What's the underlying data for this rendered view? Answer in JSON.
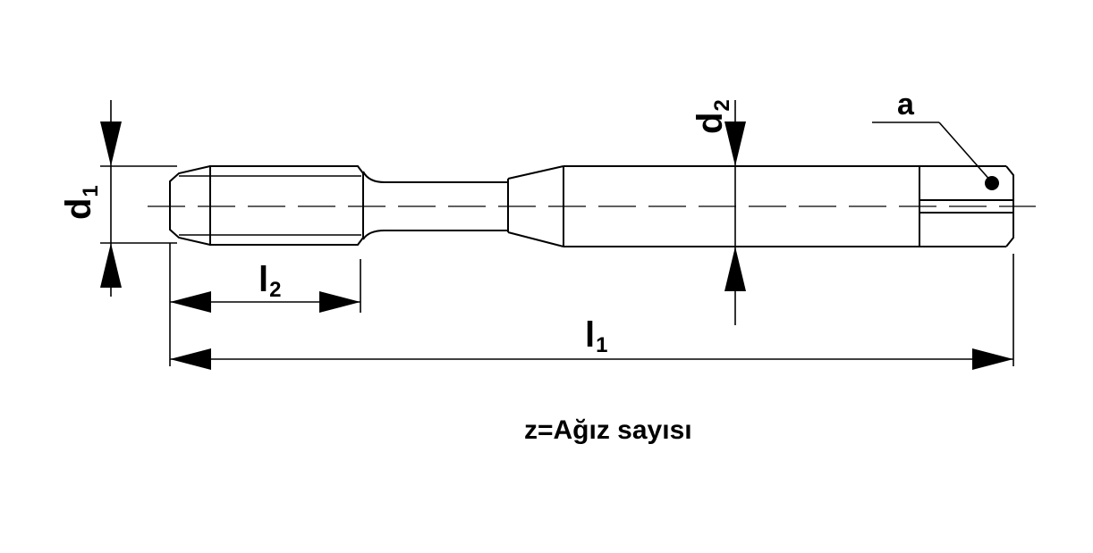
{
  "labels": {
    "d1": {
      "main": "d",
      "sub": "1"
    },
    "d2": {
      "main": "d",
      "sub": "2"
    },
    "l1": {
      "main": "l",
      "sub": "1"
    },
    "l2": {
      "main": "l",
      "sub": "2"
    },
    "a": "a"
  },
  "note": "z=Ağız sayısı"
}
